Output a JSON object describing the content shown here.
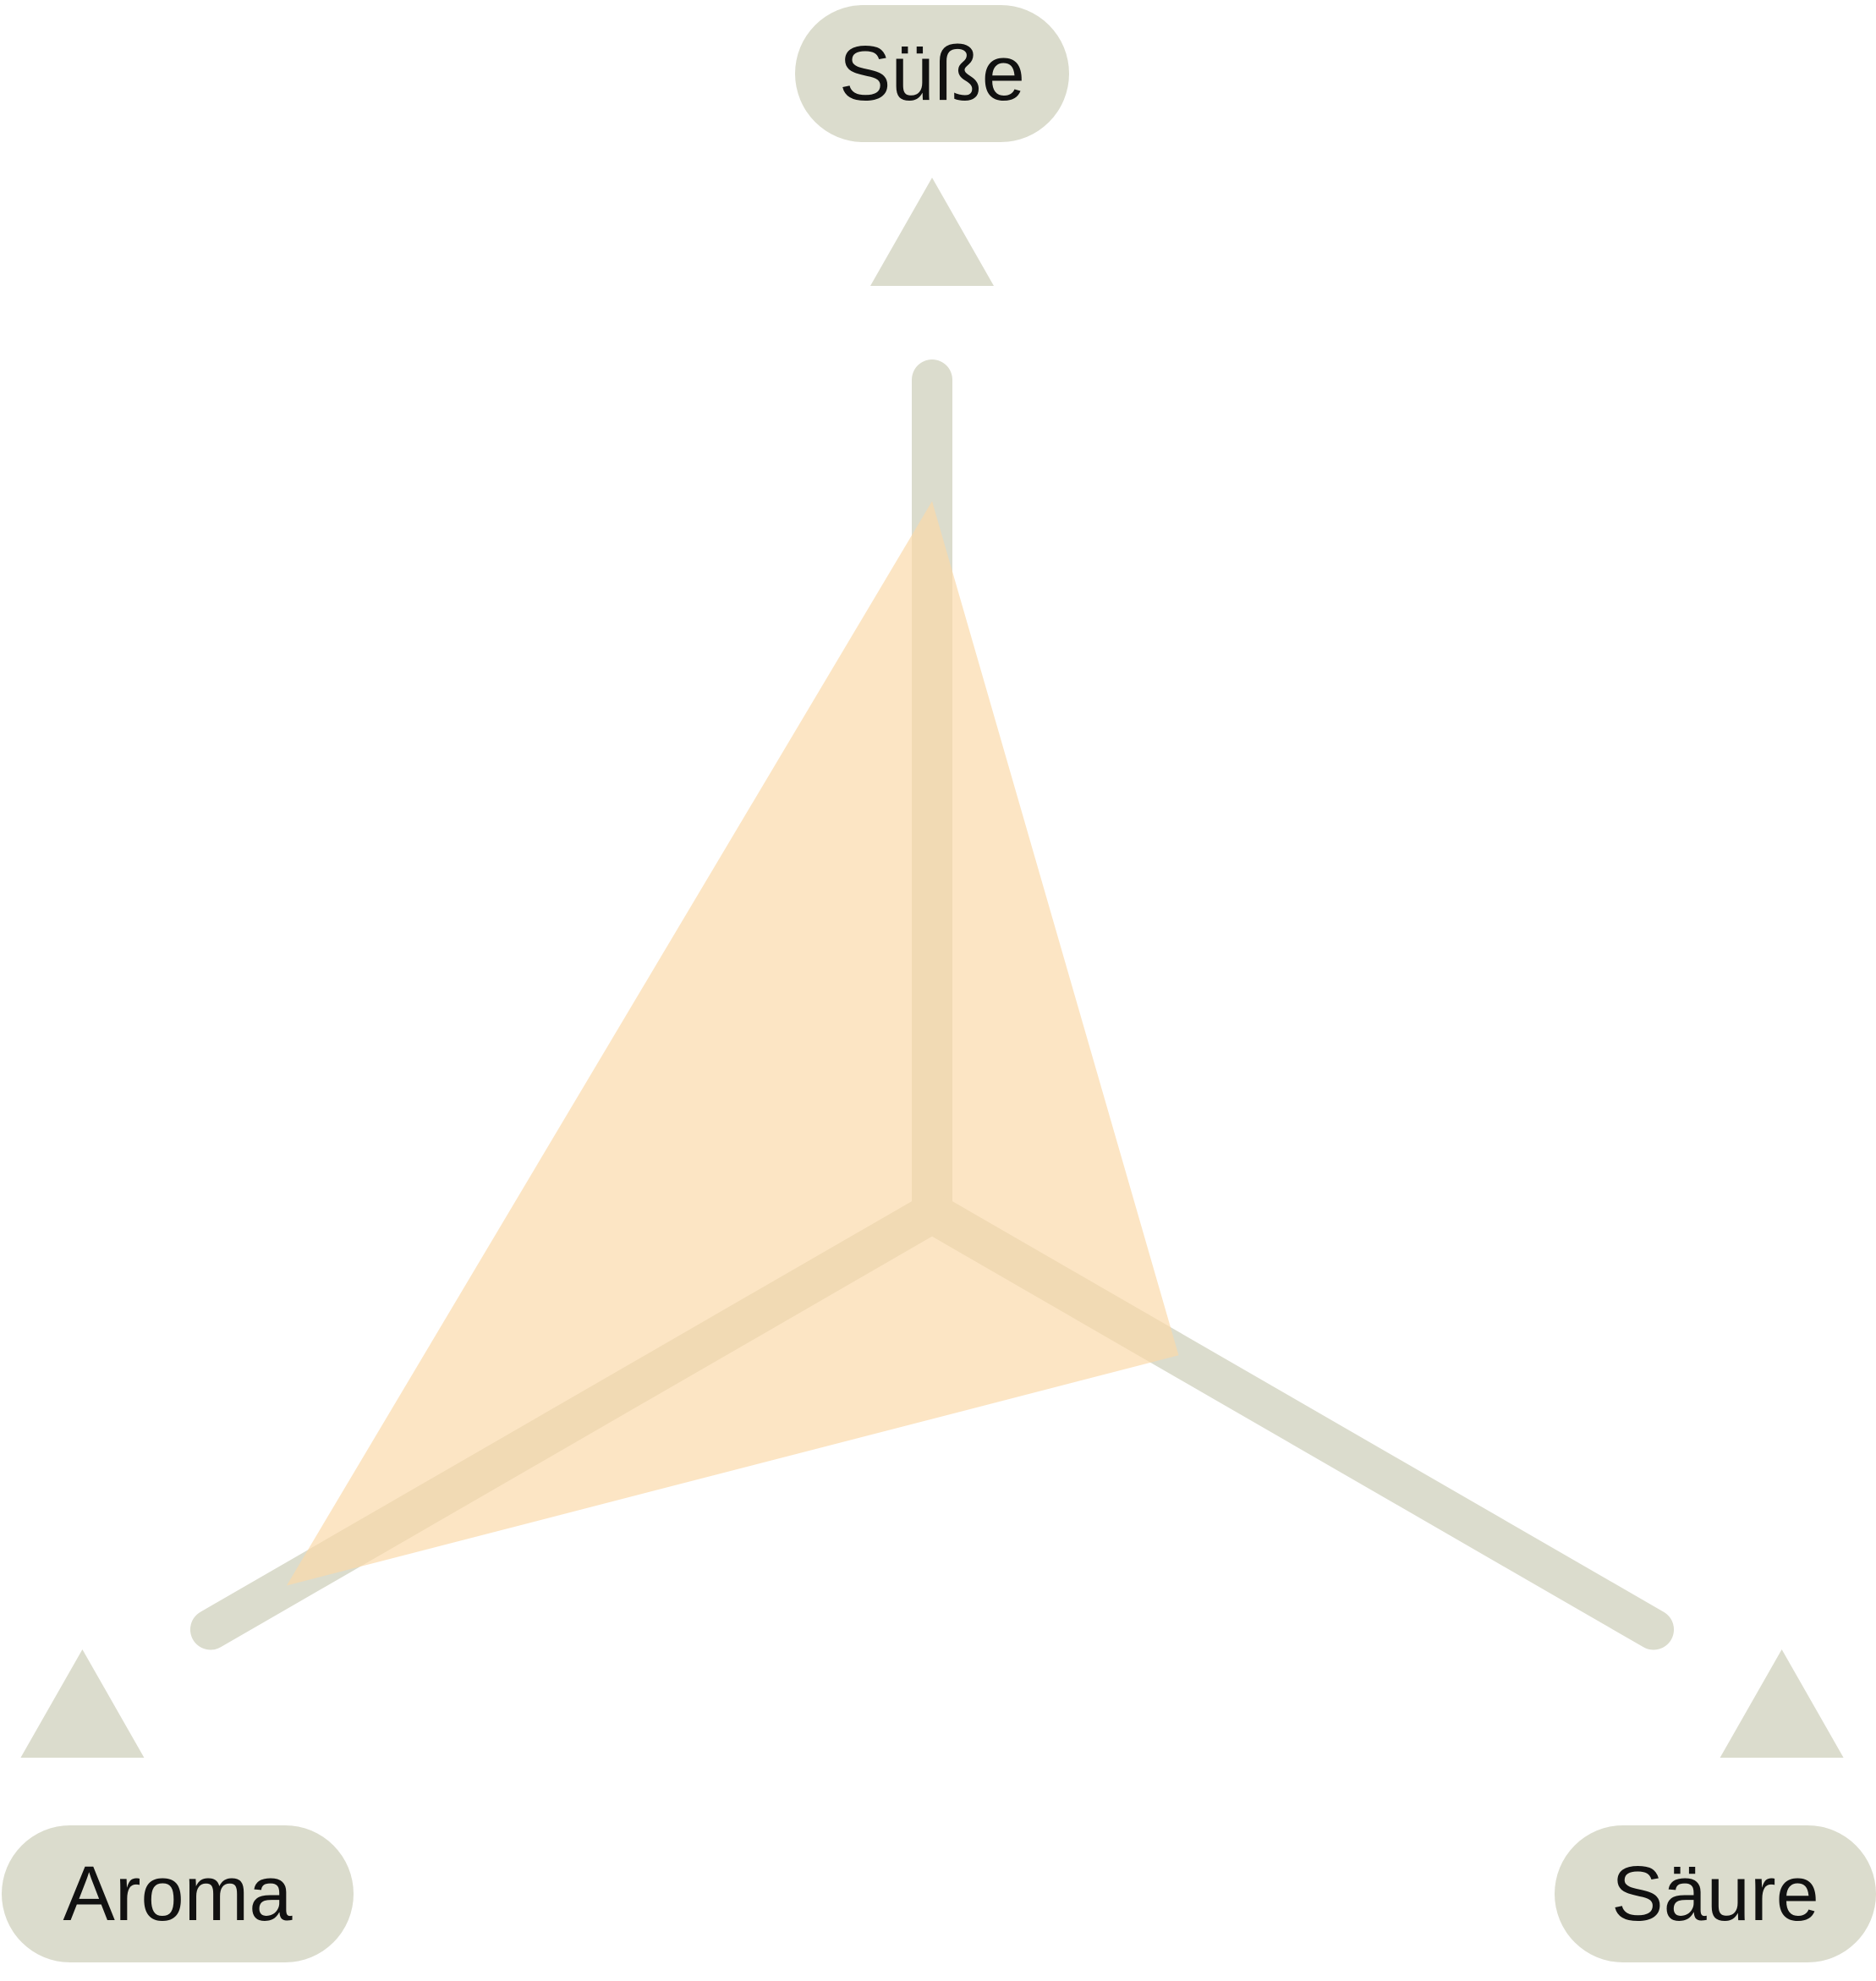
{
  "chart_data": {
    "type": "radar",
    "axes": [
      "Süße",
      "Säure",
      "Aroma"
    ],
    "values": [
      0.85,
      0.34,
      0.89
    ],
    "range": [
      0,
      1
    ],
    "grid": false,
    "legend": "none"
  },
  "colors": {
    "axis": "#dbdccd",
    "fill": "#fbd9a8",
    "label_text": "#111111",
    "background": "#ffffff"
  },
  "icons": {
    "axis_marker": "triangle-marker-icon"
  }
}
